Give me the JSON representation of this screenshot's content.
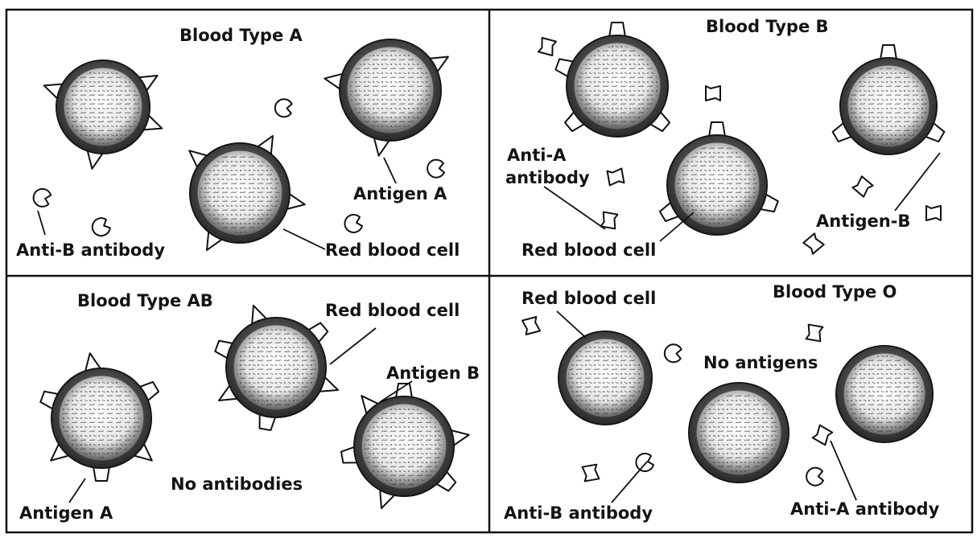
{
  "panels": [
    {
      "title": "Blood Type A",
      "labels": {
        "antigen": "Antigen A",
        "cell": "Red blood cell",
        "antibody": "Anti-B antibody"
      }
    },
    {
      "title": "Blood Type B",
      "labels": {
        "antibody_line1": "Anti-A",
        "antibody_line2": "antibody",
        "antigen": "Antigen-B",
        "cell": "Red blood cell"
      }
    },
    {
      "title": "Blood Type AB",
      "labels": {
        "cell": "Red blood cell",
        "antigen_b": "Antigen B",
        "antigen_a": "Antigen A",
        "note": "No antibodies"
      }
    },
    {
      "title": "Blood Type O",
      "labels": {
        "cell": "Red blood cell",
        "note": "No antigens",
        "antibody_b": "Anti-B antibody",
        "antibody_a": "Anti-A antibody"
      }
    }
  ],
  "icons": {
    "cell": "red-blood-cell-icon",
    "antigen_a": "triangle-antigen-a-icon",
    "antigen_b": "trapezoid-antigen-b-icon",
    "anti_b": "c-shape-anti-b-antibody-icon",
    "anti_a": "bracket-anti-a-antibody-icon"
  }
}
